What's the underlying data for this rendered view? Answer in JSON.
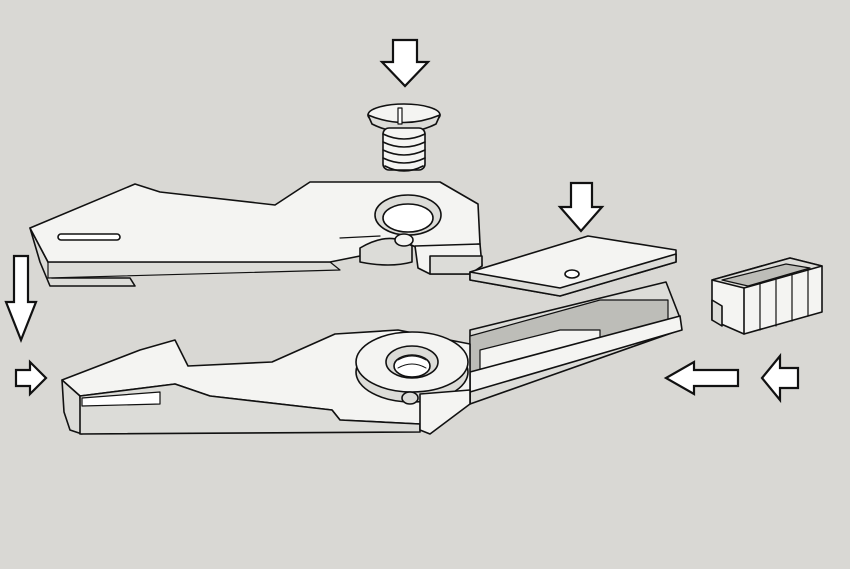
{
  "colors": {
    "background": "#d9d8d4",
    "part_fill": "#f4f4f2",
    "part_shade": "#dcdcd8",
    "part_dark": "#bdbdb8",
    "outline": "#111111",
    "arrow_fill": "#ffffff"
  },
  "parts": [
    {
      "name": "countersunk-screw"
    },
    {
      "name": "upper-handle"
    },
    {
      "name": "blade-plate"
    },
    {
      "name": "lower-handle"
    },
    {
      "name": "end-cap"
    }
  ],
  "arrows": [
    {
      "name": "arrow-down-screw",
      "direction": "down"
    },
    {
      "name": "arrow-down-blade",
      "direction": "down"
    },
    {
      "name": "arrow-down-left",
      "direction": "down"
    },
    {
      "name": "arrow-right-left",
      "direction": "right"
    },
    {
      "name": "arrow-left-center",
      "direction": "left"
    },
    {
      "name": "arrow-left-cap",
      "direction": "left"
    }
  ]
}
